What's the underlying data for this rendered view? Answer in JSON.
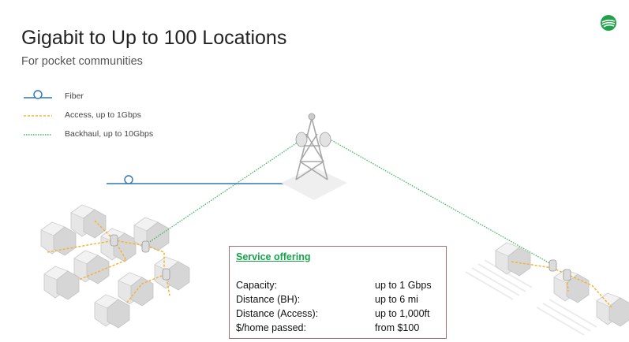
{
  "slide": {
    "title": "Gigabit to Up to 100 Locations",
    "subtitle": "For pocket communities"
  },
  "legend": [
    {
      "label": "Fiber",
      "color": "#2e75b6",
      "style": "solid-with-loop"
    },
    {
      "label": "Access, up to 1Gbps",
      "color": "#f5b335",
      "style": "dashed"
    },
    {
      "label": "Backhaul, up to 10Gbps",
      "color": "#3fb860",
      "style": "dotted"
    }
  ],
  "service_offering": {
    "title": "Service offering",
    "rows": [
      {
        "key": "Capacity:",
        "value": "up to 1 Gbps"
      },
      {
        "key": "Distance (BH):",
        "value": "up to 6 mi"
      },
      {
        "key": "Distance (Access):",
        "value": "up to 1,000ft"
      },
      {
        "key": "$/home passed:",
        "value": "from  $100"
      }
    ]
  },
  "colors": {
    "fiber": "#2e75b6",
    "access": "#f5b335",
    "backhaul": "#3fb860",
    "logo": "#1fa24a",
    "box_border": "#a07070"
  },
  "icons": [
    "cell-tower-icon",
    "house-icon",
    "radio-dish-icon",
    "company-logo-icon"
  ]
}
